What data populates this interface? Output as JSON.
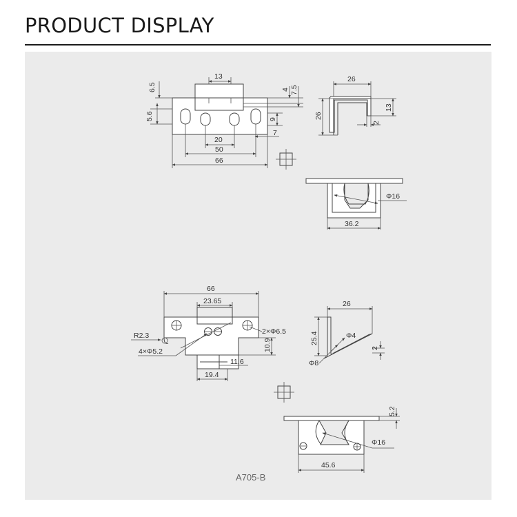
{
  "header": {
    "title": "PRODUCT DISPLAY"
  },
  "drawing": {
    "model": "A705-B",
    "top": {
      "d13": "13",
      "d6_5": "6.5",
      "d4": "4",
      "d7_5": "7.5",
      "d5_6": "5.6",
      "d9": "9",
      "d20": "20",
      "d50": "50",
      "d7": "7",
      "d66": "66",
      "side_26w": "26",
      "side_26h": "26",
      "side_13": "13",
      "side_2": "2",
      "bottom_phi": "Φ16",
      "bottom_36": "36.2"
    },
    "lower": {
      "d66": "66",
      "d23": "23.65",
      "r": "R2.3",
      "holes2": "2×Φ6.5",
      "holes4": "4×Φ5.2",
      "d10": "10.9",
      "d11": "11.6",
      "d19": "19.4",
      "side_26": "26",
      "side_25": "25.4",
      "side_phi4": "Φ4",
      "side_phi8": "Φ8",
      "side_2": "2",
      "d5_2": "5.2",
      "bottom_phi": "Φ16",
      "bottom_45": "45.6"
    }
  }
}
